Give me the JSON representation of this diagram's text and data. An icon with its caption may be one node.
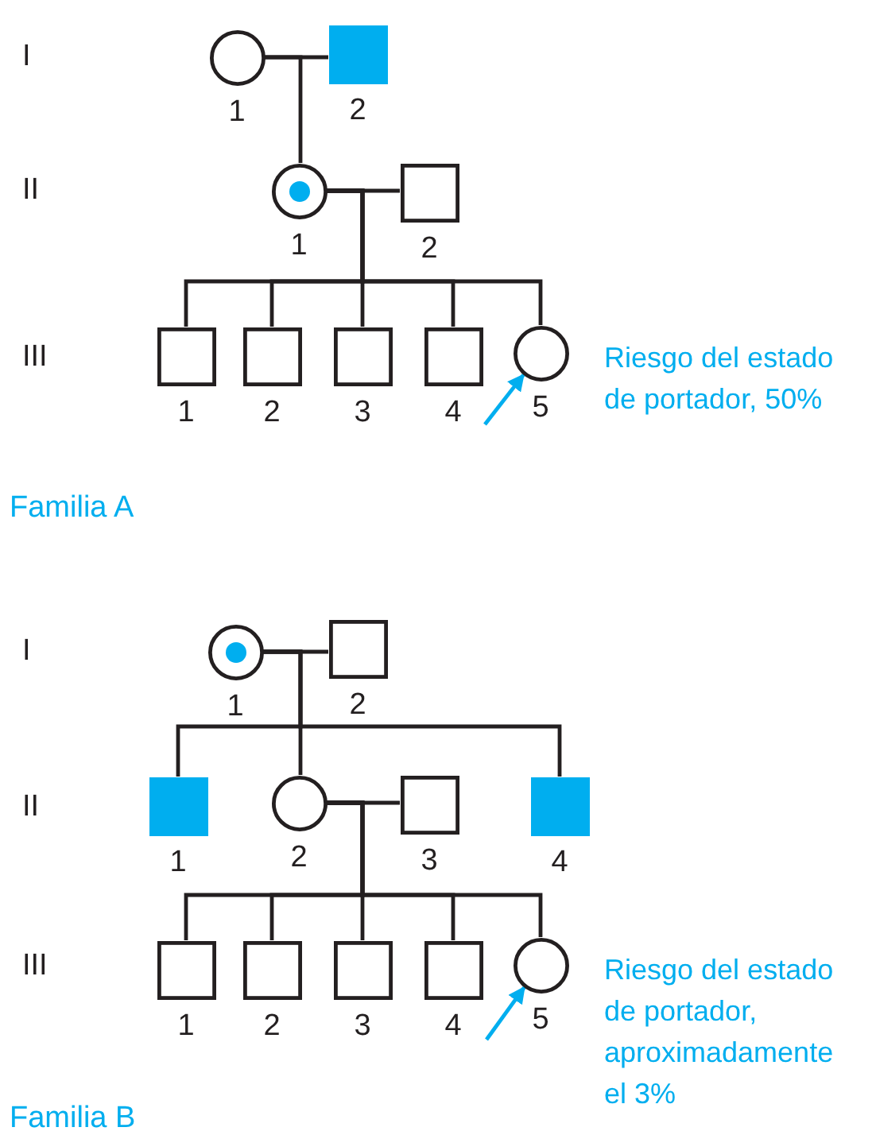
{
  "diagram": {
    "nodes": [
      {
        "text": [],
        "shape": "circle",
        "beside": [
          "1"
        ]
      },
      {
        "text": [],
        "shape": "filled-square",
        "beside": [
          "2"
        ]
      },
      {
        "text": [],
        "shape": "dotted-circle",
        "beside": [
          "1"
        ]
      },
      {
        "text": [],
        "shape": "square",
        "beside": [
          "2"
        ]
      },
      {
        "text": [],
        "shape": "square",
        "beside": [
          "1"
        ]
      },
      {
        "text": [],
        "shape": "square",
        "beside": [
          "2"
        ]
      },
      {
        "text": [],
        "shape": "square",
        "beside": [
          "3"
        ]
      },
      {
        "text": [],
        "shape": "square",
        "beside": [
          "4"
        ]
      },
      {
        "text": [],
        "shape": "circle",
        "beside": [
          "5"
        ]
      },
      {
        "text": [],
        "shape": "dotted-circle",
        "beside": [
          "1"
        ]
      },
      {
        "text": [],
        "shape": "square",
        "beside": [
          "2"
        ]
      },
      {
        "text": [],
        "shape": "filled-square",
        "beside": [
          "1"
        ]
      },
      {
        "text": [],
        "shape": "circle",
        "beside": [
          "2"
        ]
      },
      {
        "text": [],
        "shape": "square",
        "beside": [
          "3"
        ]
      },
      {
        "text": [],
        "shape": "filled-square",
        "beside": [
          "4"
        ]
      },
      {
        "text": [],
        "shape": "square",
        "beside": [
          "1"
        ]
      },
      {
        "text": [],
        "shape": "square",
        "beside": [
          "2"
        ]
      },
      {
        "text": [],
        "shape": "square",
        "beside": [
          "3"
        ]
      },
      {
        "text": [],
        "shape": "square",
        "beside": [
          "4"
        ]
      },
      {
        "text": [],
        "shape": "circle",
        "beside": [
          "5"
        ]
      }
    ],
    "edges": [
      {
        "from": 0,
        "to": 1,
        "arrow": "none"
      },
      {
        "from": 0,
        "to": 2,
        "arrow": "none"
      },
      {
        "from": 2,
        "to": 3,
        "arrow": "none"
      },
      {
        "from": 2,
        "to": 4,
        "arrow": "none"
      },
      {
        "from": 2,
        "to": 5,
        "arrow": "none"
      },
      {
        "from": 2,
        "to": 6,
        "arrow": "none"
      },
      {
        "from": 2,
        "to": 7,
        "arrow": "none"
      },
      {
        "from": 2,
        "to": 8,
        "arrow": "none"
      },
      {
        "from": null,
        "to": 8,
        "arrow": "to",
        "color": "#00aeef"
      },
      {
        "from": 9,
        "to": 10,
        "arrow": "none"
      },
      {
        "from": 9,
        "to": 11,
        "arrow": "none"
      },
      {
        "from": 9,
        "to": 12,
        "arrow": "none"
      },
      {
        "from": 9,
        "to": 14,
        "arrow": "none"
      },
      {
        "from": 12,
        "to": 13,
        "arrow": "none"
      },
      {
        "from": 12,
        "to": 15,
        "arrow": "none"
      },
      {
        "from": 12,
        "to": 16,
        "arrow": "none"
      },
      {
        "from": 12,
        "to": 17,
        "arrow": "none"
      },
      {
        "from": 12,
        "to": 18,
        "arrow": "none"
      },
      {
        "from": 12,
        "to": 19,
        "arrow": "none"
      },
      {
        "from": null,
        "to": 19,
        "arrow": "to",
        "color": "#00aeef"
      }
    ],
    "labels": [
      "I",
      "II",
      "III",
      "Riesgo del estado de portador, 50%",
      "Familia A",
      "I",
      "II",
      "III",
      "Riesgo del estado de portador, aproximadamente el 3%",
      "Familia B"
    ]
  }
}
